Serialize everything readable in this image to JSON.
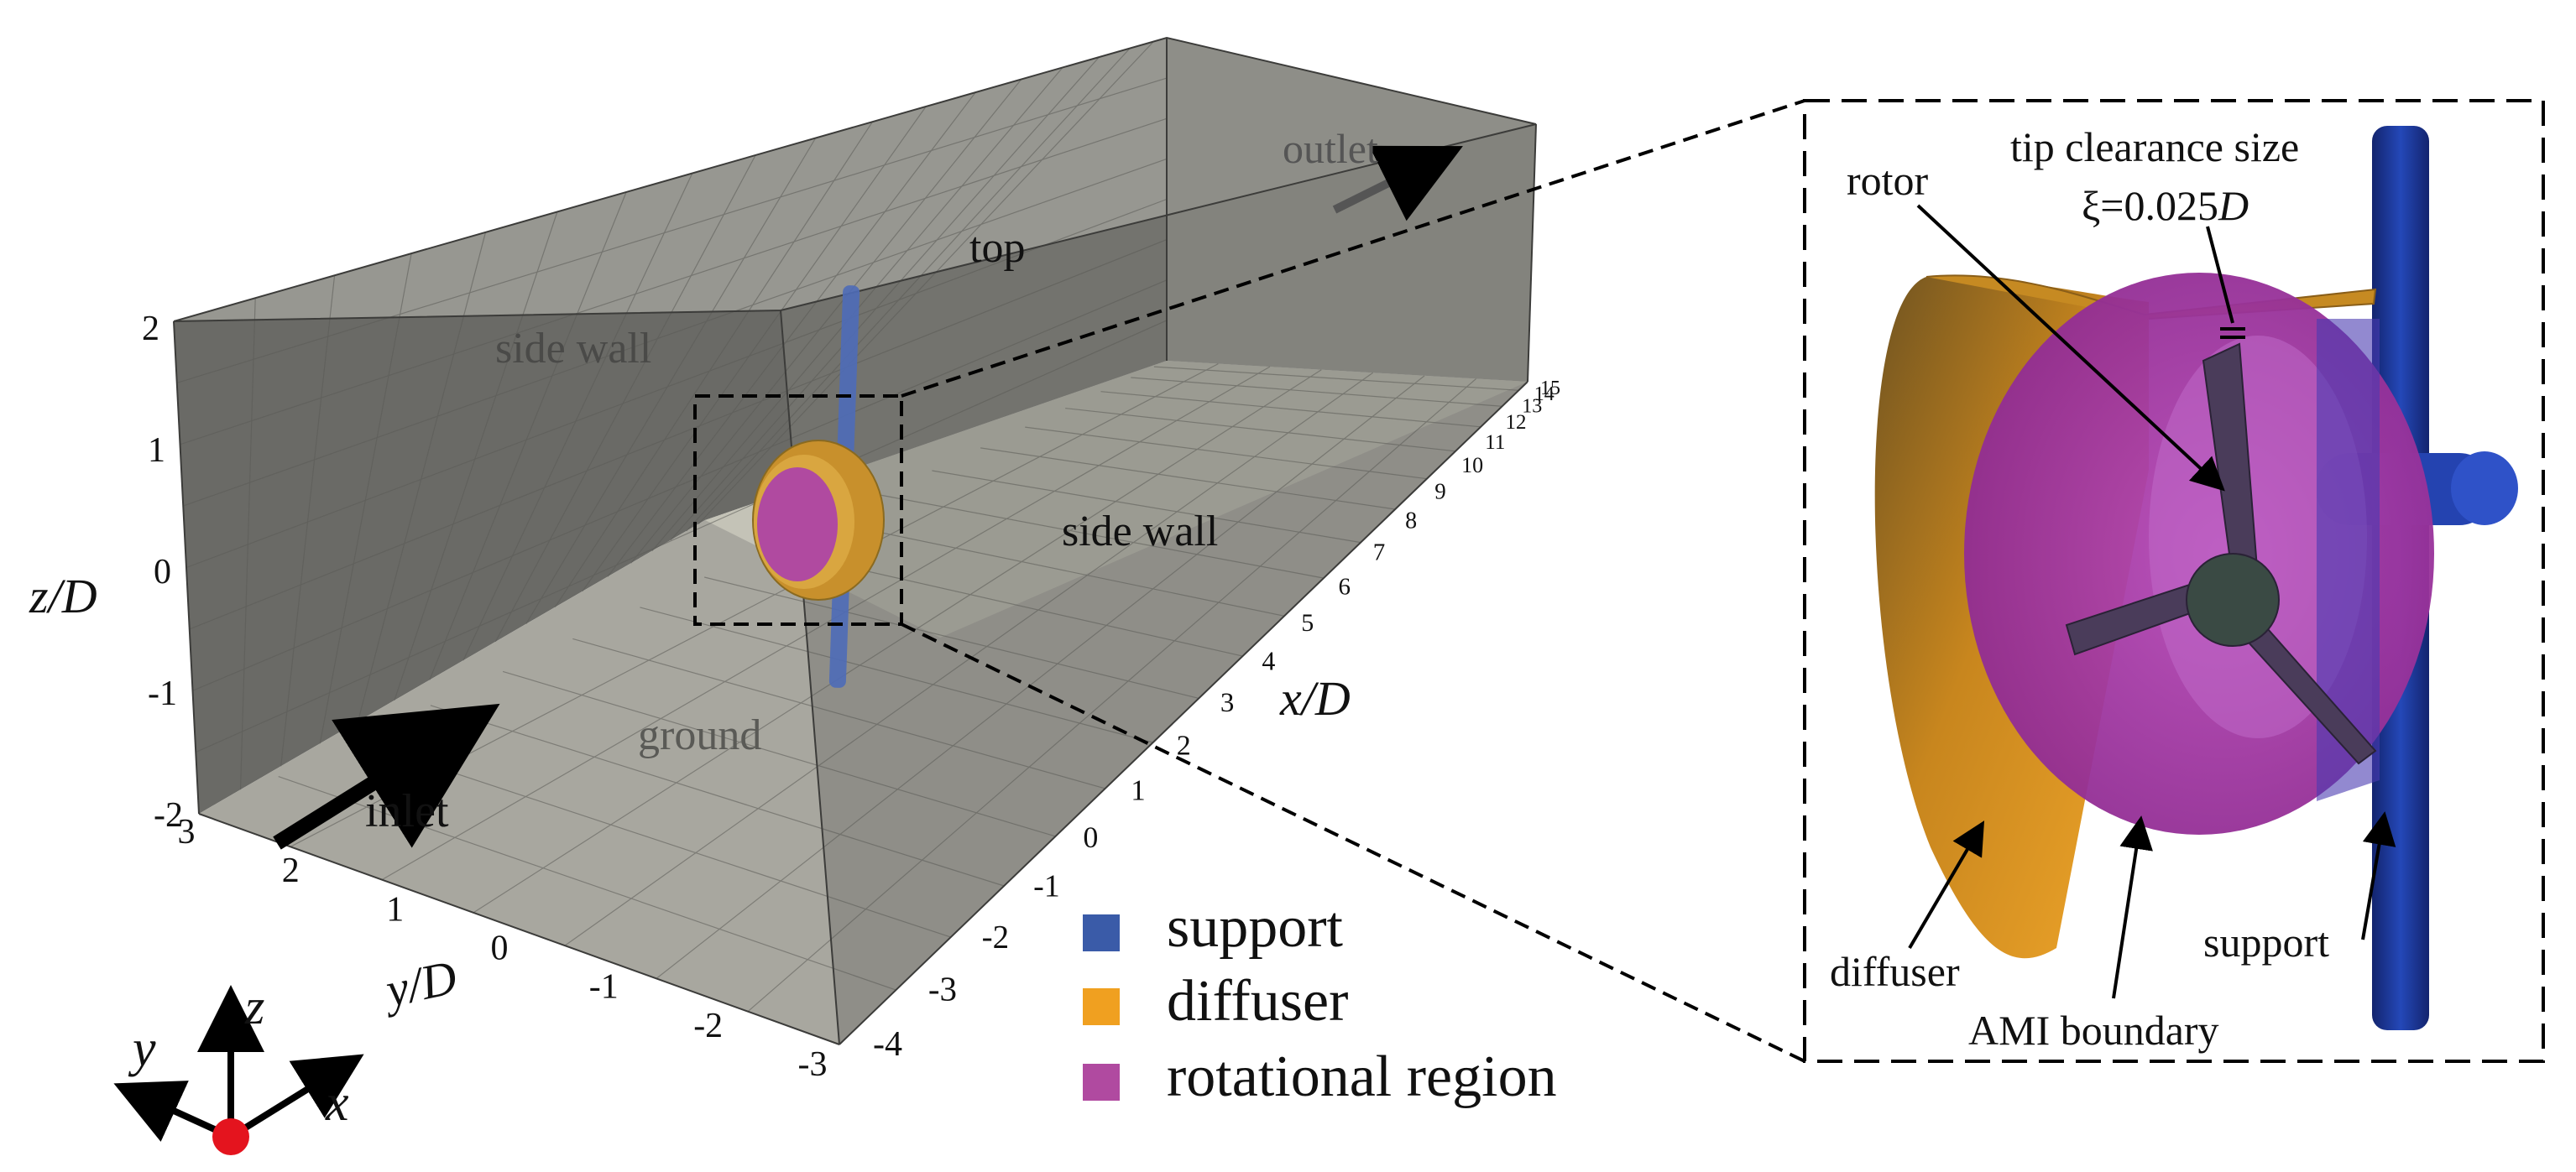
{
  "domain_view": {
    "face_labels": {
      "side_wall_back": "side wall",
      "side_wall_right": "side wall",
      "top": "top",
      "outlet": "outlet",
      "ground": "ground",
      "inlet": "inlet"
    },
    "axes": {
      "z_label_var": "z",
      "z_label_unit": "/D",
      "z_ticks": [
        "2",
        "1",
        "0",
        "-1",
        "-2"
      ],
      "y_label_var": "y",
      "y_label_unit": "/D",
      "y_ticks": [
        "3",
        "2",
        "1",
        "0",
        "-1",
        "-2",
        "-3"
      ],
      "x_label_var": "x",
      "x_label_unit": "/D",
      "x_ticks": [
        "-4",
        "-3",
        "-2",
        "-1",
        "0",
        "1",
        "2",
        "3",
        "4",
        "5",
        "6",
        "7",
        "8",
        "9",
        "10",
        "11",
        "12",
        "13",
        "14",
        "15"
      ]
    },
    "triad": {
      "x": "x",
      "y": "y",
      "z": "z"
    }
  },
  "legend": {
    "items": [
      {
        "label": "support",
        "color": "#3a5ba8"
      },
      {
        "label": "diffuser",
        "color": "#f0a020"
      },
      {
        "label": "rotational region",
        "color": "#b04aa0"
      }
    ]
  },
  "detail_view": {
    "labels": {
      "tip_clearance_title": "tip clearance size",
      "tip_clearance_symbol": "ξ=0.025",
      "tip_clearance_unit": "D",
      "rotor": "rotor",
      "diffuser": "diffuser",
      "ami_boundary": "AMI boundary",
      "support": "support"
    }
  },
  "colors": {
    "support": "#1e3c9c",
    "diffuser": "#e39a28",
    "rotational_region": "#b63cb0",
    "domain_gray": "#8a8a84",
    "origin_marker": "#e4141e"
  }
}
